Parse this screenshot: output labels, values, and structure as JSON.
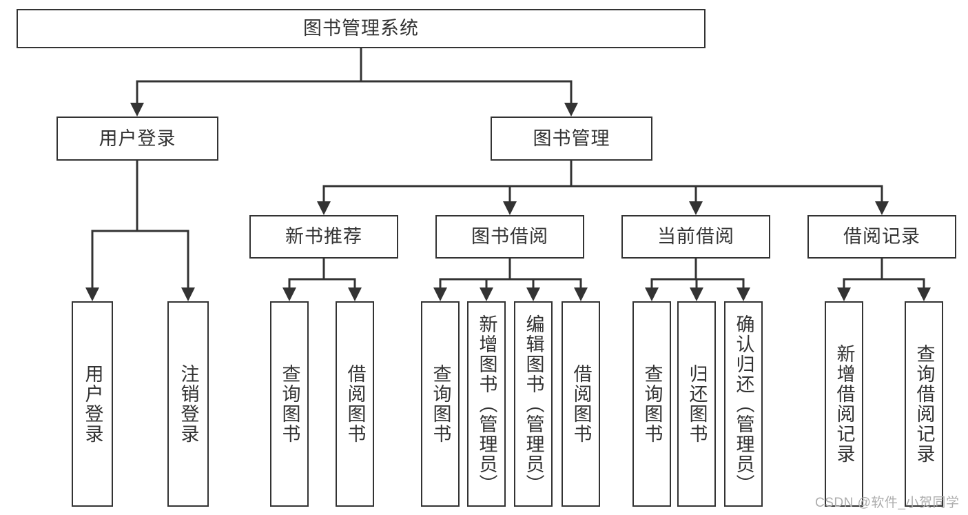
{
  "diagram": {
    "root": {
      "label": "图书管理系统"
    },
    "user_login": {
      "label": "用户登录",
      "children": [
        {
          "label": "用户登录"
        },
        {
          "label": "注销登录"
        }
      ]
    },
    "book_mgmt": {
      "label": "图书管理"
    },
    "new_book": {
      "label": "新书推荐",
      "children": [
        {
          "label": "查询图书"
        },
        {
          "label": "借阅图书"
        }
      ]
    },
    "book_borrow": {
      "label": "图书借阅",
      "children": [
        {
          "label": "查询图书"
        },
        {
          "label": "新增图书（管理员）"
        },
        {
          "label": "编辑图书（管理员）"
        },
        {
          "label": "借阅图书"
        }
      ]
    },
    "current_borrow": {
      "label": "当前借阅",
      "children": [
        {
          "label": "查询图书"
        },
        {
          "label": "归还图书"
        },
        {
          "label": "确认归还（管理员）"
        }
      ]
    },
    "borrow_records": {
      "label": "借阅记录",
      "children": [
        {
          "label": "新增借阅记录"
        },
        {
          "label": "查询借阅记录"
        }
      ]
    }
  },
  "watermark": {
    "text": "CSDN @软件_小贺同学"
  },
  "colors": {
    "line": "#333333",
    "text": "#333333",
    "background": "#ffffff",
    "watermark": "#adadad"
  }
}
